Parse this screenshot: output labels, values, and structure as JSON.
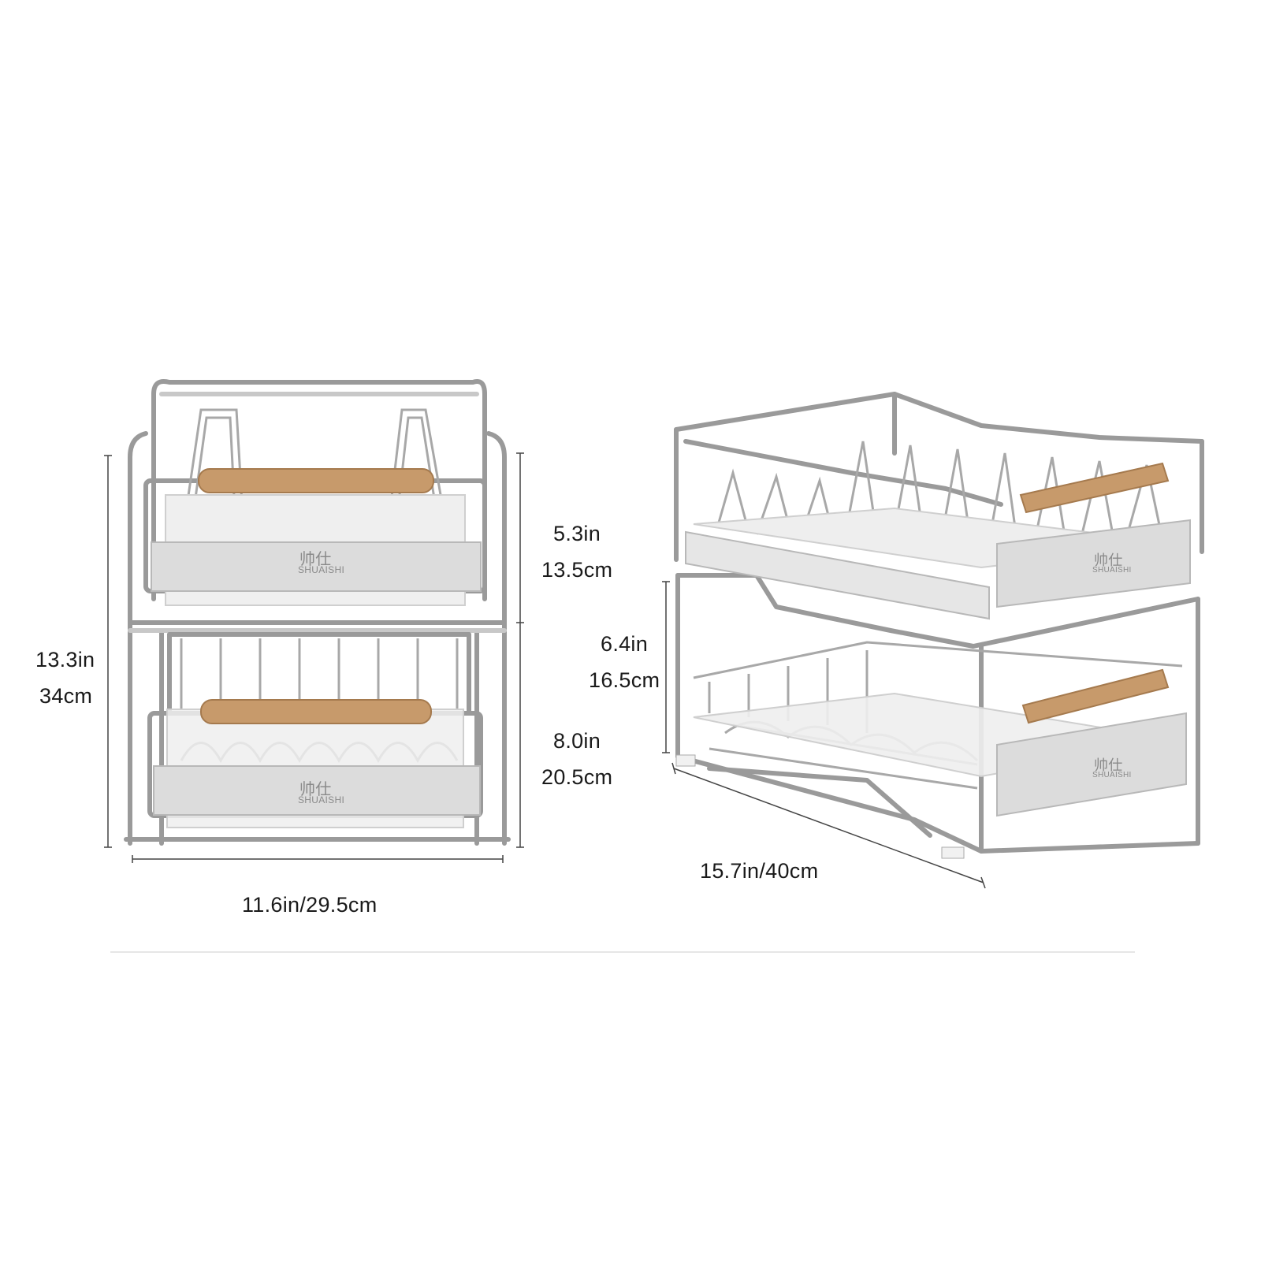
{
  "front_view": {
    "height_total_in": "13.3in",
    "height_total_cm": "34cm",
    "top_tier_in": "5.3in",
    "top_tier_cm": "13.5cm",
    "bottom_tier_in": "8.0in",
    "bottom_tier_cm": "20.5cm",
    "width": "11.6in/29.5cm",
    "brand_cn": "帅仕",
    "brand_en": "SHUAISHI"
  },
  "side_view": {
    "tier_gap_in": "6.4in",
    "tier_gap_cm": "16.5cm",
    "depth": "15.7in/40cm",
    "brand_cn": "帅仕",
    "brand_en": "SHUAISHI"
  },
  "colors": {
    "chrome": "#9a9a9a",
    "chrome_light": "#d8d8d8",
    "wood": "#c79a6b",
    "tray": "#eeeeee"
  }
}
